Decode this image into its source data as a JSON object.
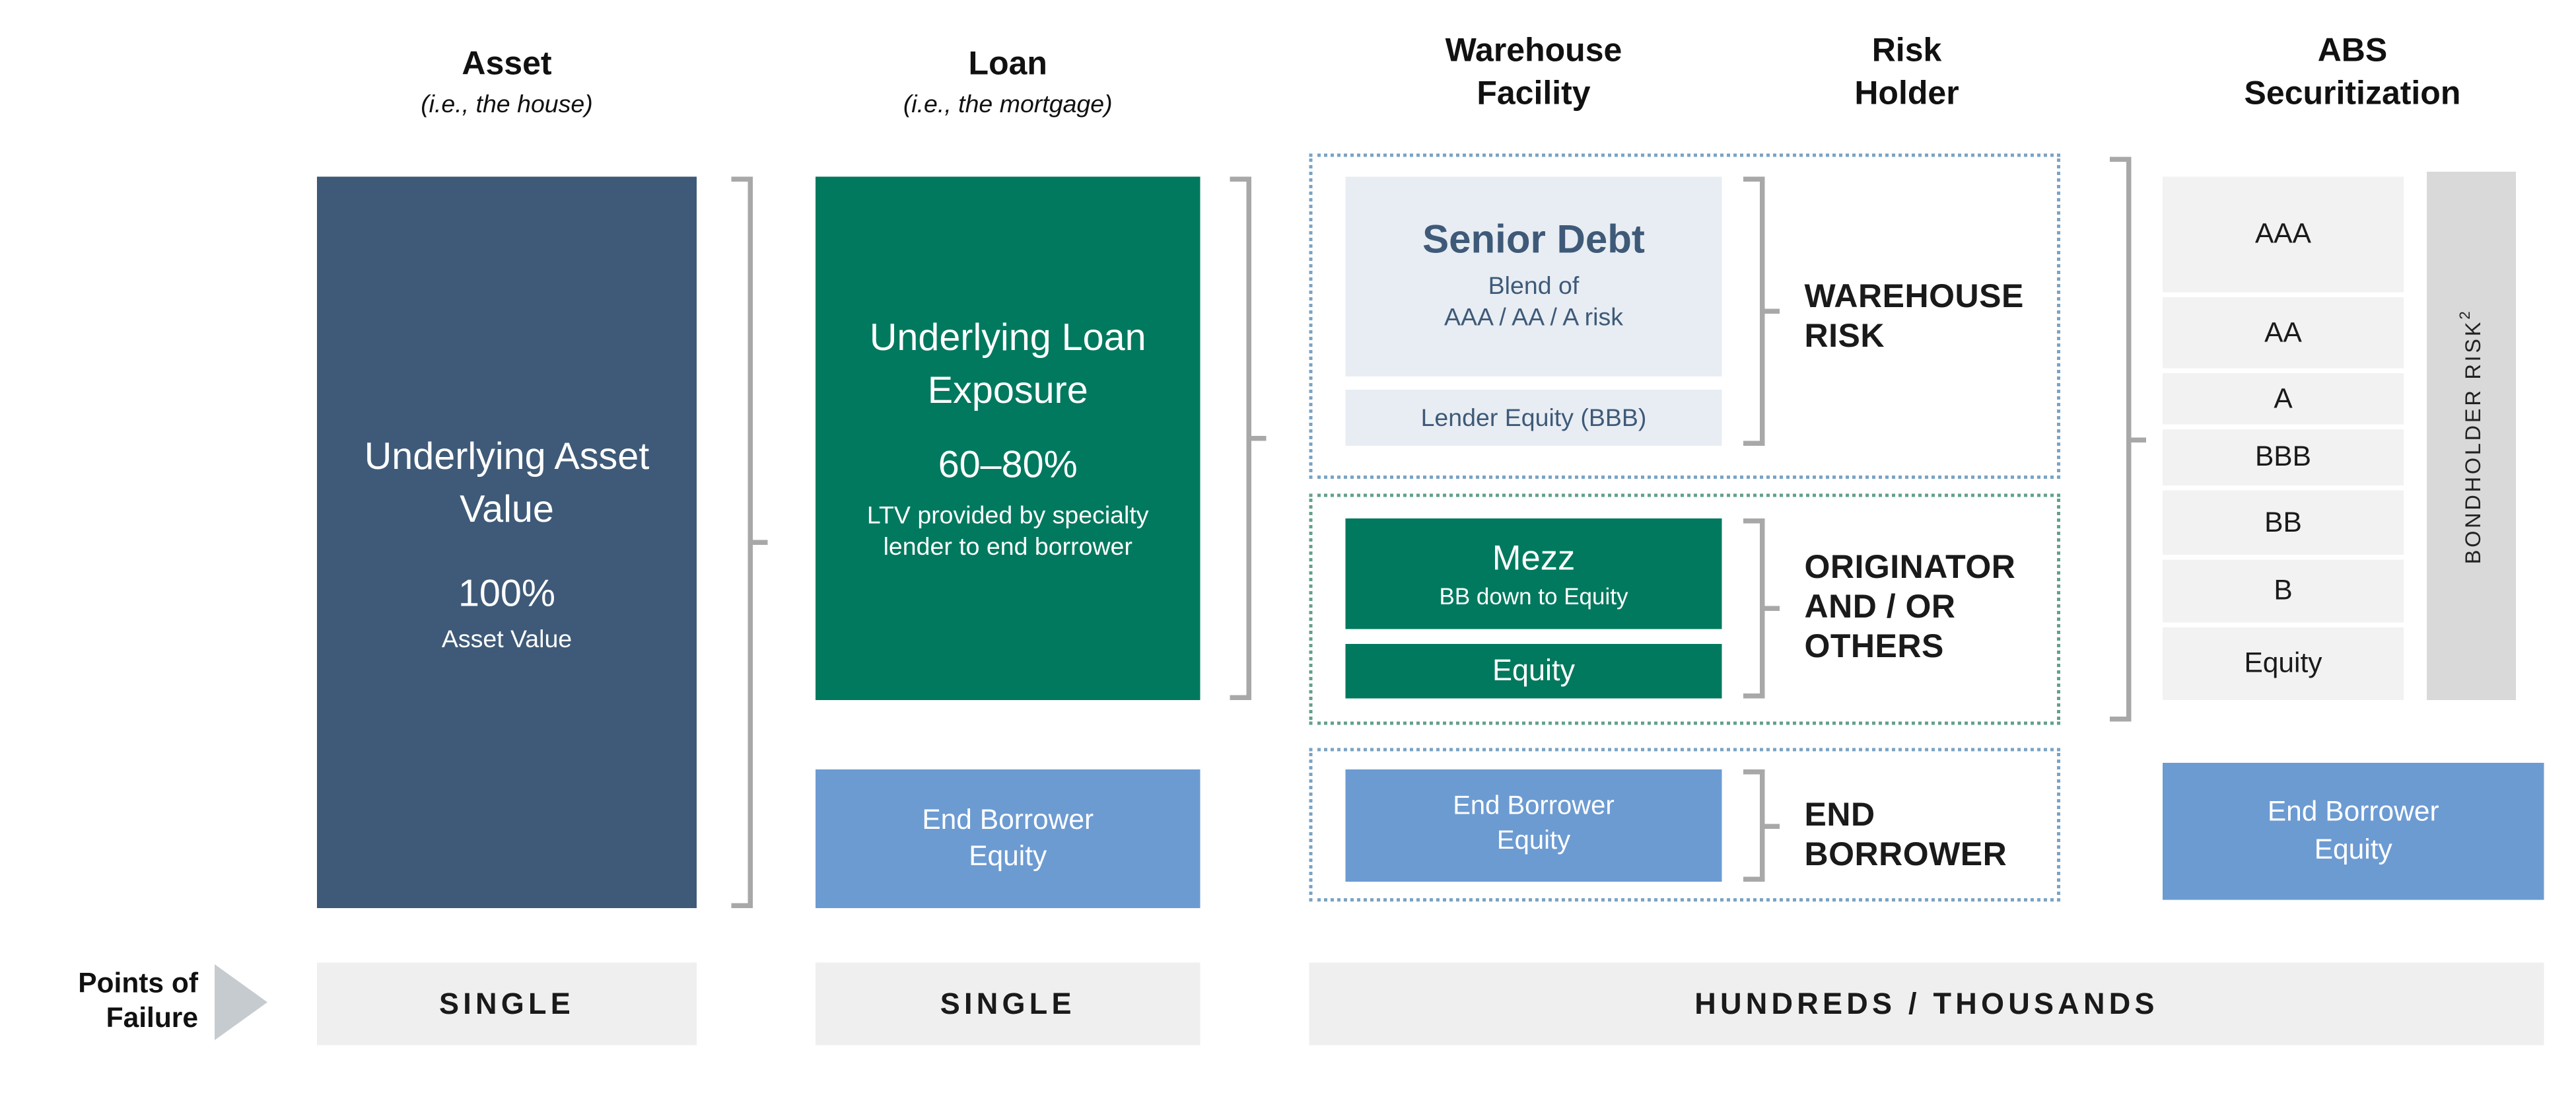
{
  "headers": {
    "asset": {
      "title": "Asset",
      "subtitle": "(i.e., the house)"
    },
    "loan": {
      "title": "Loan",
      "subtitle": "(i.e., the mortgage)"
    },
    "warehouse": {
      "title": "Warehouse Facility"
    },
    "risk": {
      "title": "Risk Holder"
    },
    "abs": {
      "title": "ABS Securitization"
    }
  },
  "asset": {
    "title": "Underlying Asset Value",
    "value": "100%",
    "caption": "Asset Value"
  },
  "loan": {
    "title": "Underlying Loan Exposure",
    "value": "60–80%",
    "caption": "LTV provided by specialty lender to end borrower",
    "equity": "End Borrower Equity"
  },
  "warehouse": {
    "senior_title": "Senior Debt",
    "senior_sub1": "Blend of",
    "senior_sub2": "AAA / AA / A risk",
    "lender_equity": "Lender Equity (BBB)",
    "mezz_title": "Mezz",
    "mezz_sub": "BB down to Equity",
    "equity": "Equity",
    "end_borrower": "End Borrower Equity"
  },
  "risk": {
    "warehouse": "WAREHOUSE RISK",
    "originator": "ORIGINATOR AND / OR OTHERS",
    "end_borrower": "END BORROWER"
  },
  "abs": {
    "tranches": [
      "AAA",
      "AA",
      "A",
      "BBB",
      "BB",
      "B",
      "Equity"
    ],
    "bondholder_label": "BONDHOLDER RISK",
    "bondholder_sup": "2",
    "equity": "End Borrower Equity"
  },
  "footer": {
    "label": "Points of Failure",
    "asset": "SINGLE",
    "loan": "SINGLE",
    "rest": "HUNDREDS / THOUSANDS"
  },
  "colors": {
    "slate": "#3E5A78",
    "green": "#00795E",
    "blue": "#6C9BD2",
    "light_panel": "#E8EDF3",
    "tranche_gray": "#F2F2F2",
    "bondholder_gray": "#D9D9D9",
    "footer_gray": "#EFEFEF",
    "bracket_gray": "#A8A8A8",
    "dotted_blue": "#7AA3C4",
    "dotted_teal": "#63A08E"
  }
}
